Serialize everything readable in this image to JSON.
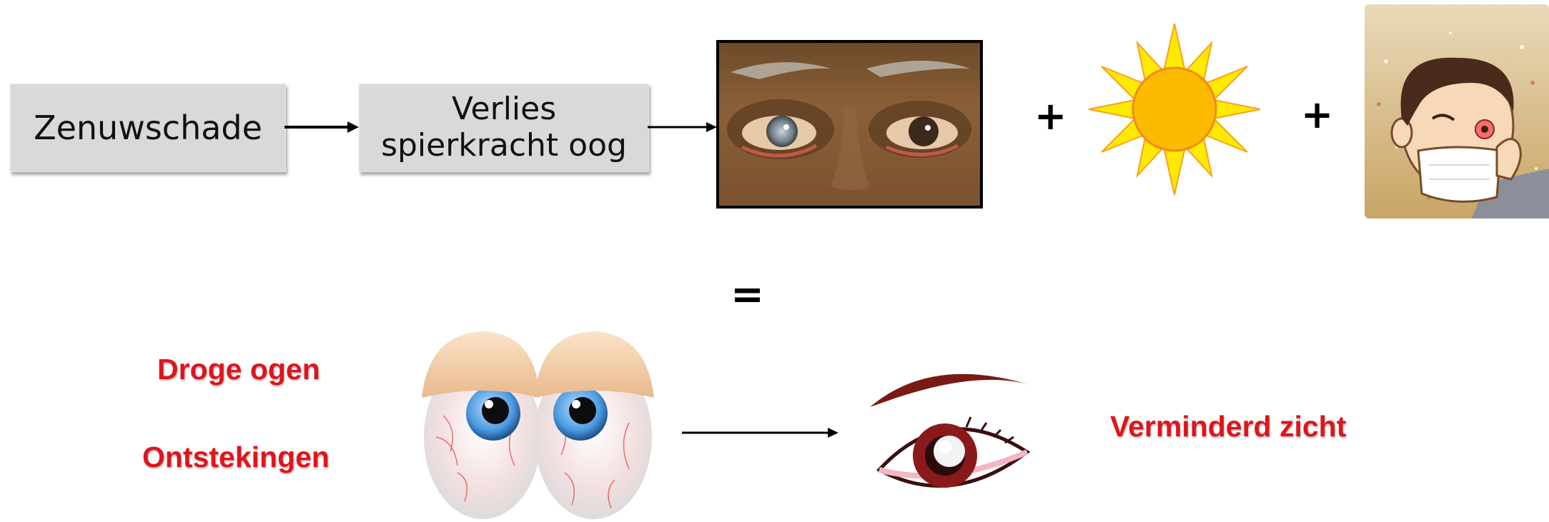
{
  "flow": {
    "box1": "Zenuwschade",
    "box2": "Verlies spierkracht oog"
  },
  "operators": {
    "plus": "+",
    "equals": "="
  },
  "symptoms": [
    "Droge ogen",
    "Ontstekingen"
  ],
  "result": "Verminderd zicht",
  "images": [
    "face-eyes-photo",
    "sun-icon",
    "dust-allergy-person-icon",
    "red-dry-eyes-icon",
    "cataract-eye-icon"
  ]
}
